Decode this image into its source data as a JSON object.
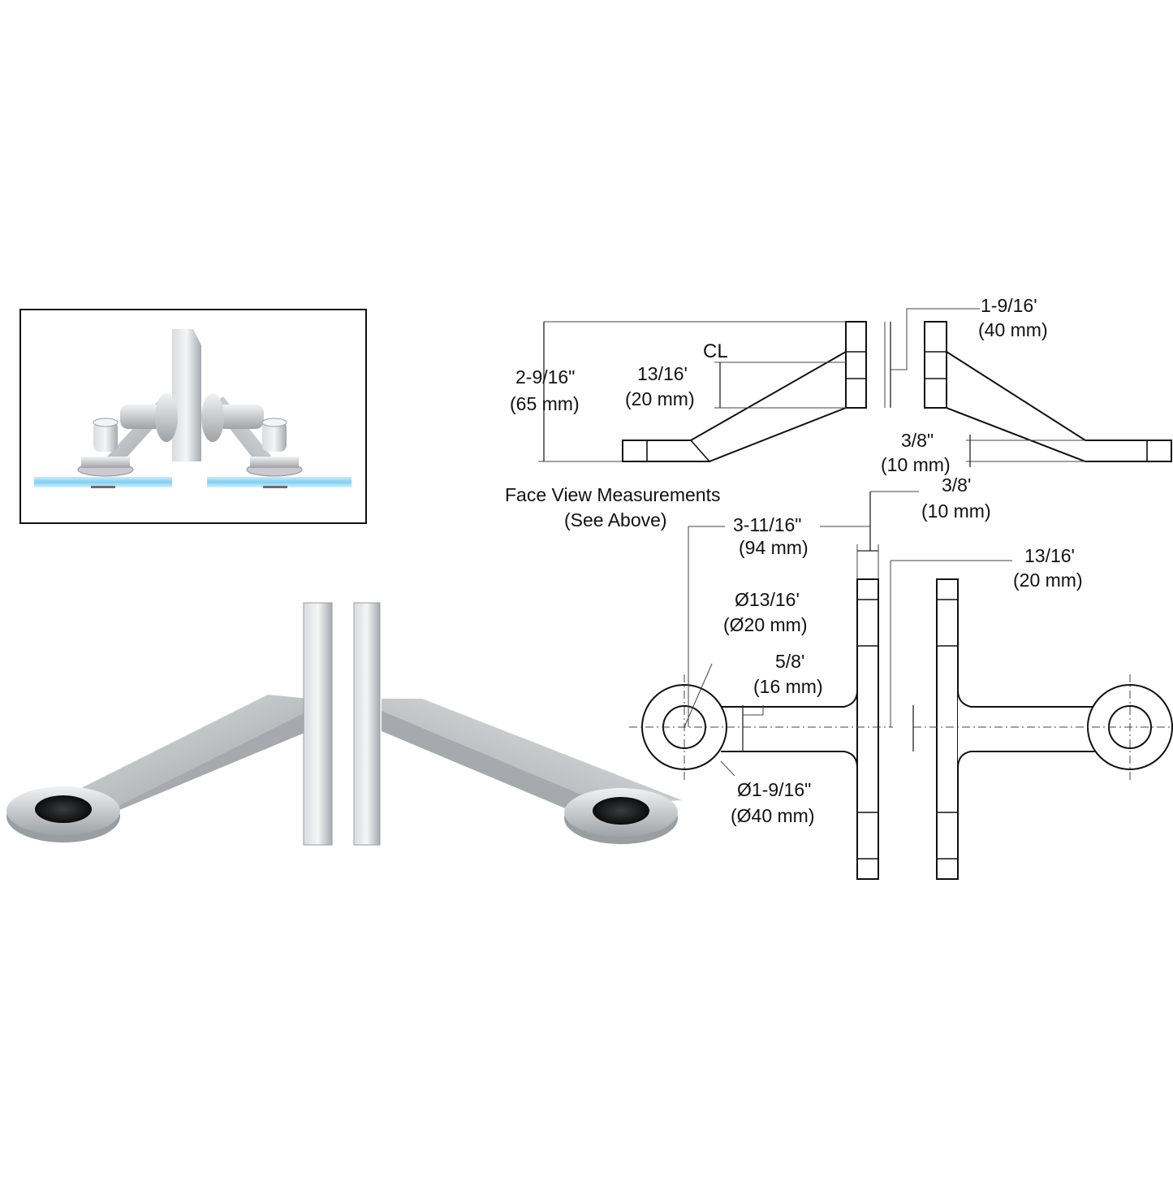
{
  "diagram": {
    "colors": {
      "metal_light": "#e8e9eb",
      "metal_mid": "#b9bcc0",
      "metal_dark": "#8d9094",
      "glass_blue": "#7fd0f5",
      "line": "#111111"
    },
    "inset": {
      "icon": "spider-fitting-installation-illustration"
    },
    "photo": {
      "icon": "spider-fitting-photo"
    },
    "side_view": {
      "label_a_line1": "1-9/16'",
      "label_a_line2": "(40 mm)",
      "label_b_line1": "2-9/16\"",
      "label_b_line2": "(65 mm)",
      "label_c_line1": "13/16'",
      "label_c_line2": "(20 mm)",
      "centerline_symbol": "CL",
      "label_d_line1": "3/8\"",
      "label_d_line2": "(10 mm)"
    },
    "face_view": {
      "caption_line1": "Face View Measurements",
      "caption_line2": "(See Above)",
      "label_a_line1": "3/8'",
      "label_a_line2": "(10 mm)",
      "label_b_line1": "3-11/16\"",
      "label_b_line2": "(94 mm)",
      "label_c_line1": "13/16'",
      "label_c_line2": "(20 mm)",
      "label_d_line1": "Ø13/16'",
      "label_d_line2": "(Ø20 mm)",
      "label_e_line1": "5/8'",
      "label_e_line2": "(16 mm)",
      "label_f_line1": "Ø1-9/16\"",
      "label_f_line2": "(Ø40 mm)"
    }
  }
}
